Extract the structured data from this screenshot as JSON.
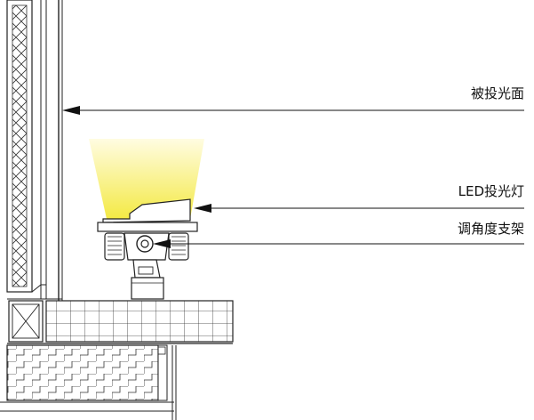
{
  "labels": {
    "illuminated_surface": "被投光面",
    "led_floodlight": "LED投光灯",
    "adjustable_bracket": "调角度支架"
  },
  "colors": {
    "line": "#222222",
    "light_beam_start": "#fff8b0",
    "light_beam_end": "#f4ea3c",
    "fixture_fill": "#ffffff"
  }
}
